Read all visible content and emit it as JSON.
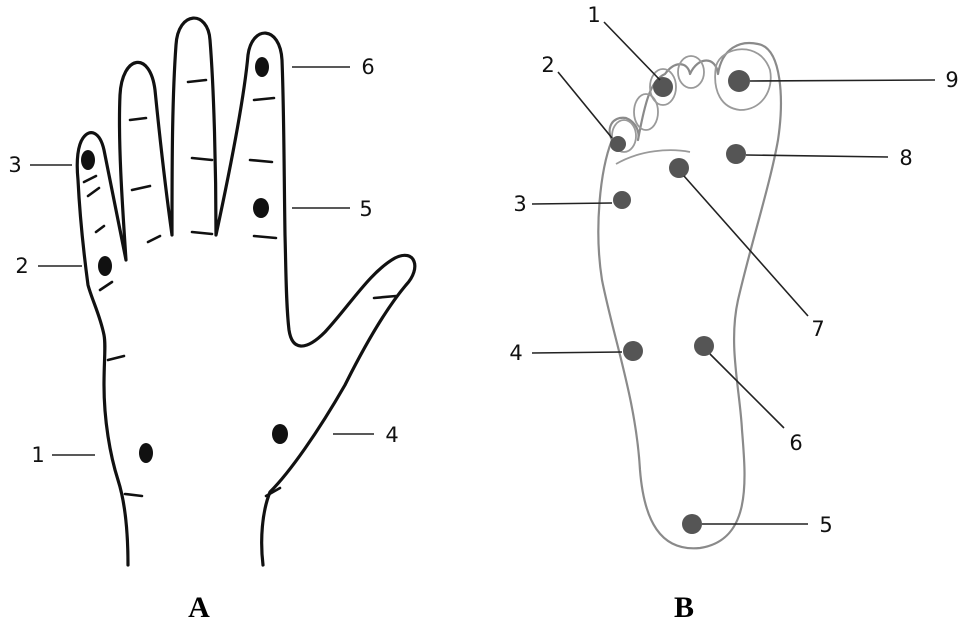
{
  "panels": [
    {
      "label": "A",
      "points": [
        "1",
        "2",
        "3",
        "4",
        "5",
        "6"
      ]
    },
    {
      "label": "B",
      "points": [
        "1",
        "2",
        "3",
        "4",
        "5",
        "6",
        "7",
        "8",
        "9"
      ]
    }
  ],
  "colors": {
    "hand_ink": "#111111",
    "foot_outline": "#8a8a8a",
    "foot_points": "#555555"
  }
}
